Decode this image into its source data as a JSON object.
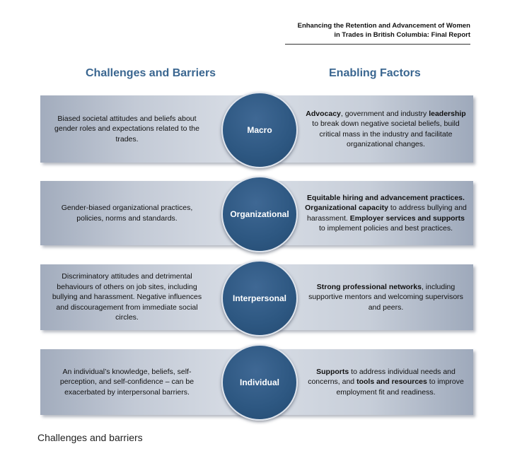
{
  "header": {
    "line1": "Enhancing the Retention and Advancement of Women",
    "line2": "in Trades in British Columbia: Final Report"
  },
  "columns": {
    "left_title": "Challenges and Barriers",
    "right_title": "Enabling Factors"
  },
  "levels": {
    "macro": {
      "label": "Macro",
      "challenge": "Biased societal attitudes and beliefs about gender roles and expectations related to the trades.",
      "enabler": [
        {
          "text": "Advocacy",
          "bold": true
        },
        {
          "text": ", government and industry ",
          "bold": false
        },
        {
          "text": "leadership",
          "bold": true
        },
        {
          "text": " to break down negative societal beliefs, build critical mass in the industry and facilitate organizational changes.",
          "bold": false
        }
      ]
    },
    "organizational": {
      "label": "Organizational",
      "challenge": "Gender-biased organizational practices, policies, norms and standards.",
      "enabler": [
        {
          "text": "Equitable hiring and advancement practices. Organizational capacity",
          "bold": true
        },
        {
          "text": " to address bullying and harassment. ",
          "bold": false
        },
        {
          "text": "Employer services and supports",
          "bold": true
        },
        {
          "text": " to implement policies and best practices.",
          "bold": false
        }
      ]
    },
    "interpersonal": {
      "label": "Interpersonal",
      "challenge": "Discriminatory attitudes and detrimental behaviours of others on job sites, including bullying and harassment. Negative influences and discouragement from immediate social circles.",
      "enabler": [
        {
          "text": "Strong professional networks",
          "bold": true
        },
        {
          "text": ", including supportive mentors and welcoming supervisors and peers.",
          "bold": false
        }
      ]
    },
    "individual": {
      "label": "Individual",
      "challenge": "An individual’s knowledge, beliefs, self-perception, and self-confidence – can be exacerbated by interpersonal barriers.",
      "enabler": [
        {
          "text": "Supports",
          "bold": true
        },
        {
          "text": " to address individual needs and concerns, and ",
          "bold": false
        },
        {
          "text": "tools and resources",
          "bold": true
        },
        {
          "text": " to improve employment fit and readiness.",
          "bold": false
        }
      ]
    }
  },
  "caption": "Challenges and barriers"
}
